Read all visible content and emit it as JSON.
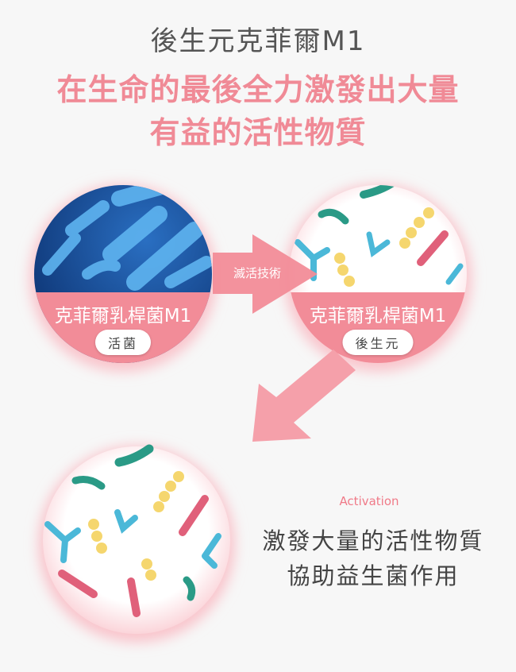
{
  "title": "後生元克菲爾M1",
  "headline": {
    "line1": "在生命的最後全力激發出大量",
    "line2": "有益的活性物質"
  },
  "live_circle": {
    "label": "克菲爾乳桿菌M1",
    "badge": "活菌"
  },
  "arrow": {
    "label": "滅活技術"
  },
  "post_circle": {
    "label": "克菲爾乳桿菌M1",
    "badge": "後生元"
  },
  "activation": {
    "eyebrow": "Activation",
    "line1": "激發大量的活性物質",
    "line2": "協助益生菌作用"
  },
  "colors": {
    "pink": "#f08a96",
    "band": "#f28c98",
    "blue": "#0d3d86",
    "teal": "#2a9a86",
    "yellow": "#f5d66e",
    "cyan": "#4bb8d8",
    "rose": "#e0607a"
  }
}
